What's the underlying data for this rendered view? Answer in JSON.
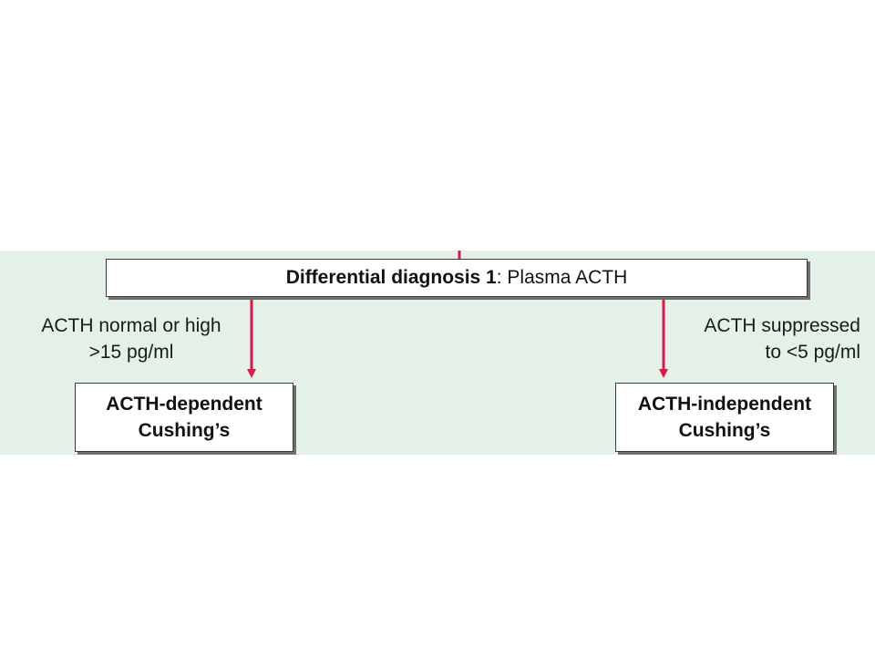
{
  "colors": {
    "band": "#e3f1e6",
    "arrow": "#e0154d",
    "box_border": "#3a3a3a"
  },
  "main_box": {
    "bold_part": "Differential diagnosis 1",
    "rest": ": Plasma ACTH"
  },
  "left_branch": {
    "condition_line1": "ACTH normal or high",
    "condition_line2": ">15 pg/ml",
    "result_line1": "ACTH-dependent",
    "result_line2": "Cushing’s"
  },
  "right_branch": {
    "condition_line1": "ACTH suppressed",
    "condition_line2": "to <5 pg/ml",
    "result_line1": "ACTH-independent",
    "result_line2": "Cushing’s"
  }
}
